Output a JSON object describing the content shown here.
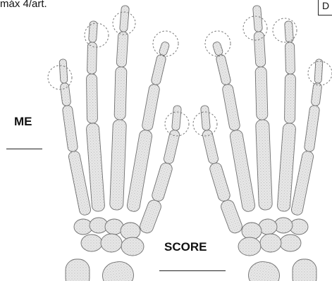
{
  "header": {
    "note": "máx 4/art."
  },
  "side_label": {
    "text": "D"
  },
  "left_label": {
    "text": "ME"
  },
  "bottom_label": {
    "text": "SCORE"
  },
  "colors": {
    "bone_fill": "#e7e7e7",
    "bone_stroke": "#6f6f6f",
    "circle_stroke": "#777777",
    "text": "#111111"
  },
  "figure": {
    "subject": "hand-skeleton-illustration",
    "hands": [
      "left-hand",
      "right-hand"
    ]
  }
}
